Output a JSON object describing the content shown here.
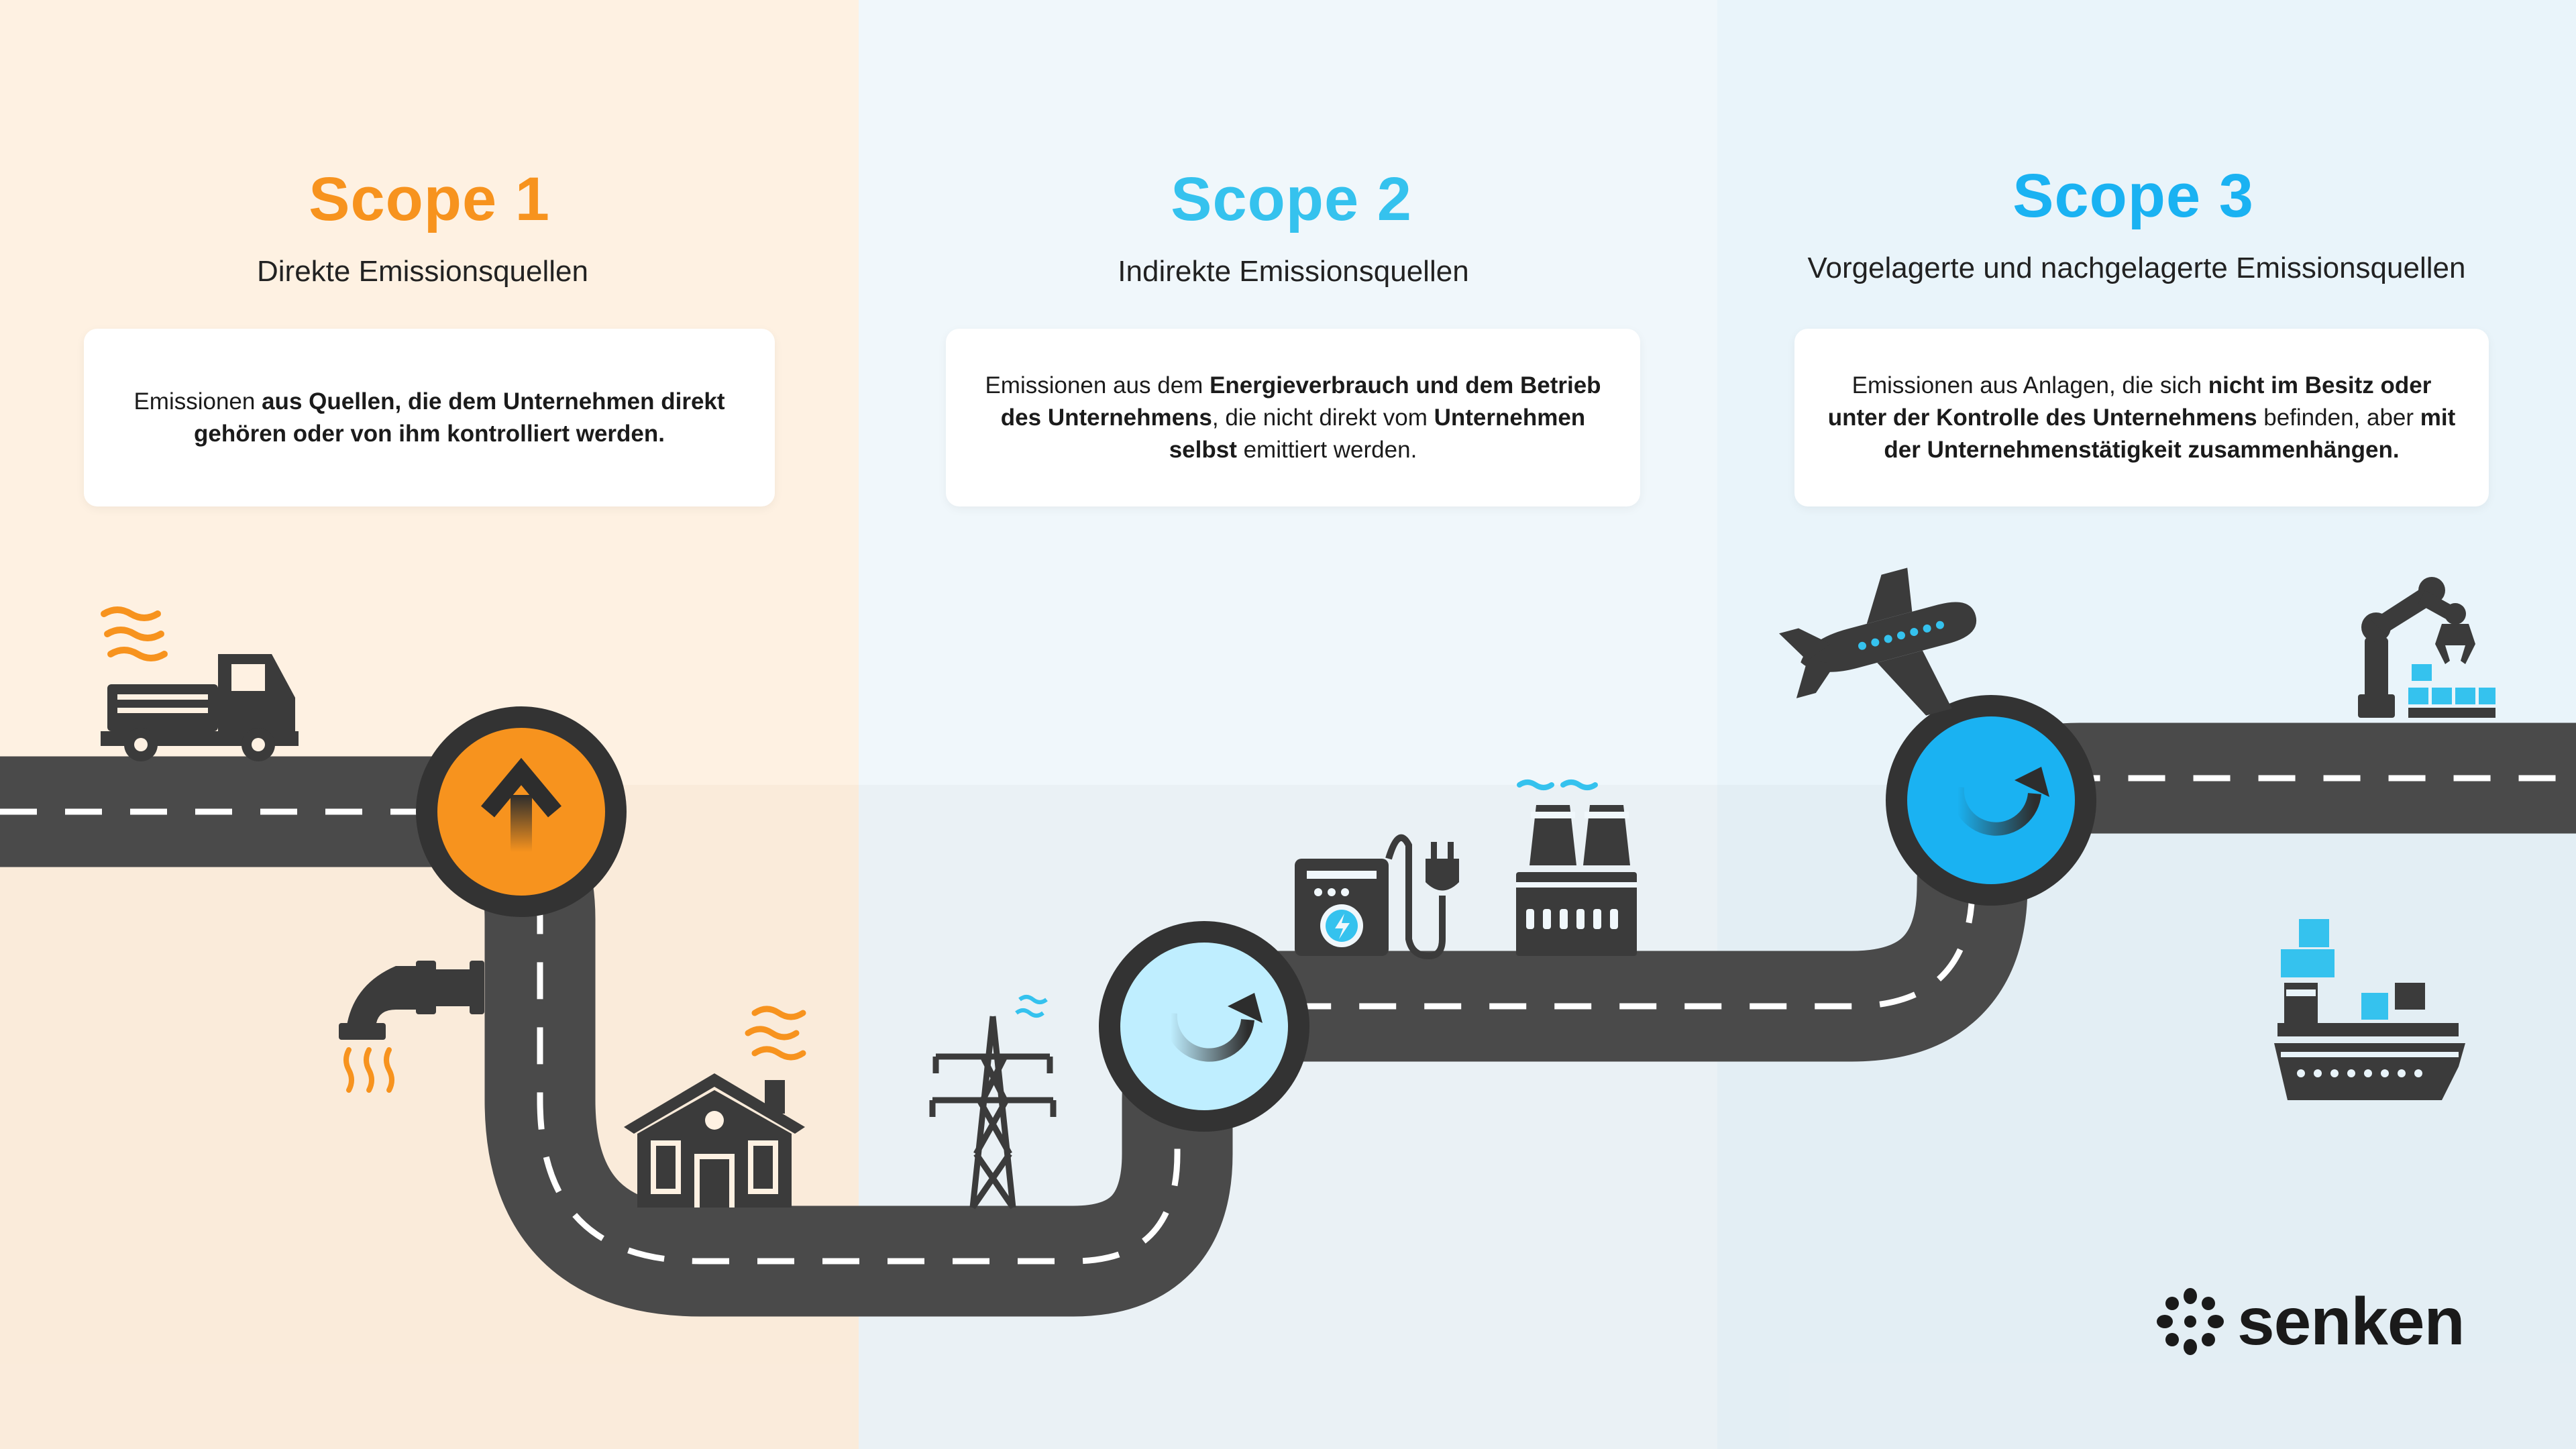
{
  "scopes": [
    {
      "title": "Scope 1",
      "subtitle": "Direkte Emissionsquellen",
      "description": [
        {
          "text": "Emissionen ",
          "bold": false
        },
        {
          "text": "aus Quellen, die dem Unternehmen direkt gehören oder von ihm kontrolliert werden.",
          "bold": true
        }
      ],
      "color": "#f7931e"
    },
    {
      "title": "Scope 2",
      "subtitle": "Indirekte Emissionsquellen",
      "description": [
        {
          "text": "Emissionen aus dem ",
          "bold": false
        },
        {
          "text": "Energieverbrauch und dem Betrieb des Unternehmens",
          "bold": true
        },
        {
          "text": ", die nicht direkt vom ",
          "bold": false
        },
        {
          "text": "Unternehmen selbst",
          "bold": true
        },
        {
          "text": " emittiert werden.",
          "bold": false
        }
      ],
      "color": "#35c2ee"
    },
    {
      "title": "Scope 3",
      "subtitle": "Vorgelagerte und nachgelagerte Emissionsquellen",
      "description": [
        {
          "text": "Emissionen aus Anlagen, die sich ",
          "bold": false
        },
        {
          "text": "nicht im Besitz oder unter der Kontrolle des Unternehmens",
          "bold": true
        },
        {
          "text": " befinden, aber ",
          "bold": false
        },
        {
          "text": "mit der Unternehmenstätigkeit zusammenhängen.",
          "bold": true
        }
      ],
      "color": "#1ab2f2"
    }
  ],
  "logo": {
    "text": "senken"
  },
  "icons": [
    "truck-icon",
    "pipe-icon",
    "house-icon",
    "power-tower-icon",
    "power-meter-icon",
    "factory-icon",
    "airplane-icon",
    "robot-arm-icon",
    "cargo-ship-icon"
  ],
  "colors": {
    "road": "#4a4a4a",
    "icon": "#3b3b3b",
    "orange": "#f7931e",
    "blue": "#1ab2f2",
    "lightblue": "#bfeeff"
  }
}
